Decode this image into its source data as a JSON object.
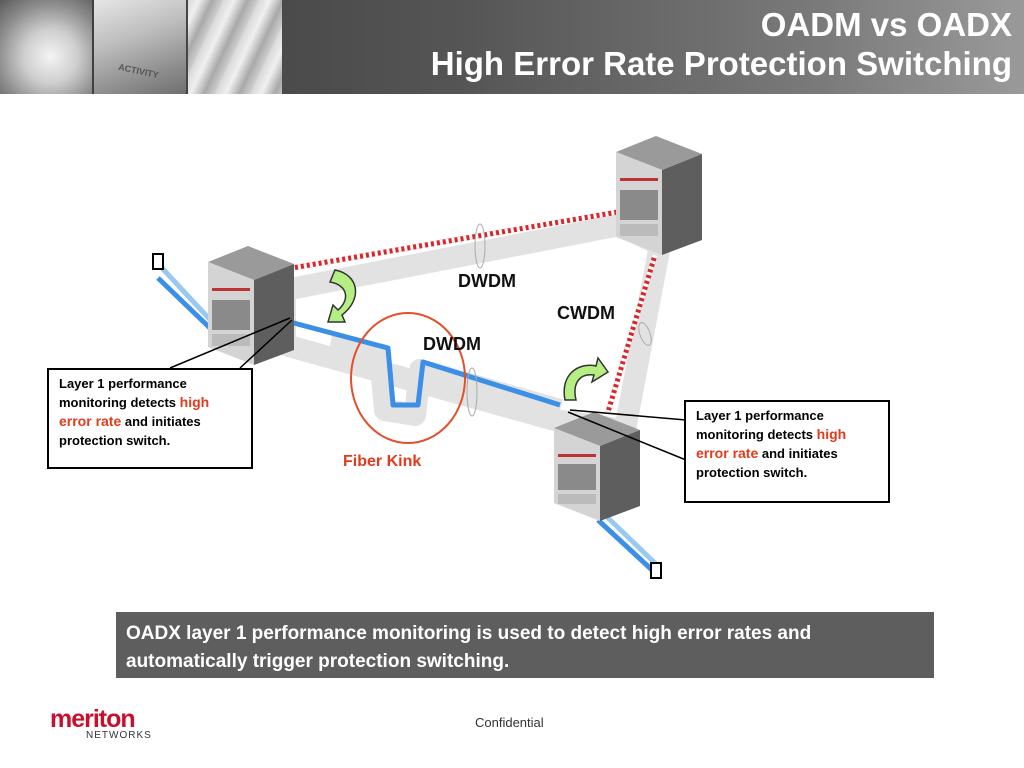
{
  "header": {
    "title_line1": "OADM vs OADX",
    "title_line2": "High Error Rate Protection Switching",
    "photo_text": "ACTIVITY"
  },
  "diagram": {
    "labels": {
      "dwdm_top": "DWDM",
      "cwdm": "CWDM",
      "dwdm_mid": "DWDM",
      "fiber_kink": "Fiber Kink"
    },
    "callout_left": {
      "line1": "Layer 1  performance",
      "line2_pre": "monitoring detects",
      "highlight1": "high",
      "highlight2": "error rate",
      "line3_post": "and initiates",
      "line4": "protection switch."
    },
    "callout_right": {
      "line1": "Layer 1 performance",
      "line2_pre": "monitoring detects",
      "highlight1": "high",
      "highlight2": "error rate",
      "line3_post": "and initiates",
      "line4": "protection switch."
    }
  },
  "summary_text": "OADX layer 1 performance monitoring is used to detect high error rates and automatically trigger protection switching.",
  "footer": {
    "confidential": "Confidential",
    "logo_word": "meriton",
    "logo_sub": "NETWORKS"
  },
  "colors": {
    "accent_red": "#e23a1a",
    "fiber_blue": "#3b8fe6",
    "fiber_light_blue": "#9ac9f0",
    "protection_red": "#d8262a",
    "arrow_green": "#b5ef84",
    "summary_bg": "#5e5e5e"
  }
}
